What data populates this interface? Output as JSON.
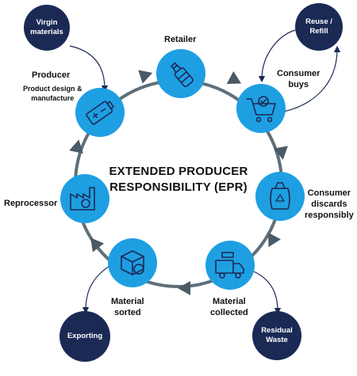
{
  "title": {
    "line1": "EXTENDED PRODUCER",
    "line2": "RESPONSIBILITY (EPR)"
  },
  "stages": [
    {
      "label": "Retailer",
      "icon": "bottle-icon"
    },
    {
      "label": "Consumer buys",
      "icon": "shopping-cart-icon"
    },
    {
      "label": "Consumer discards responsibly",
      "icon": "recycling-bag-icon"
    },
    {
      "label": "Material collected",
      "icon": "collection-truck-icon"
    },
    {
      "label": "Material sorted",
      "icon": "recycling-box-icon"
    },
    {
      "label": "Reprocessor",
      "icon": "factory-icon"
    },
    {
      "label": "Producer",
      "sublabel": "Product design & manufacture",
      "icon": "battery-icon"
    }
  ],
  "labels": {
    "retailer": "Retailer",
    "consumer_buys": "Consumer\nbuys",
    "consumer_discards": "Consumer\ndiscards\nresponsibly",
    "material_collected": "Material\ncollected",
    "material_sorted": "Material\nsorted",
    "reprocessor": "Reprocessor",
    "producer": "Producer",
    "producer_sub": "Product design &\nmanufacture"
  },
  "external_nodes": {
    "virgin_materials": "Virgin\nmaterials",
    "reuse_refill": "Reuse /\nRefill",
    "residual_waste": "Residual\nWaste",
    "exporting": "Exporting"
  },
  "colors": {
    "stage_blue": "#1e9fe2",
    "navy": "#1b2a55",
    "ring": "#5f6f7a"
  }
}
